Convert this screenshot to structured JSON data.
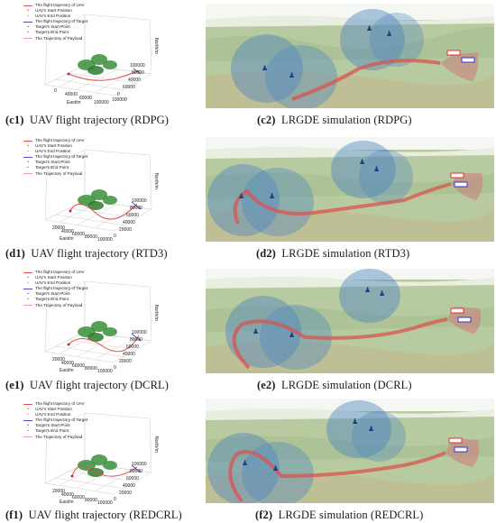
{
  "legend_standard": [
    {
      "label": "The flight trajectory of UAV",
      "kind": "line",
      "color": "#e05050"
    },
    {
      "label": "UAV's Start Position",
      "kind": "dot",
      "color": "#c03030"
    },
    {
      "label": "UAV's End Position",
      "kind": "dot",
      "color": "#e07070"
    },
    {
      "label": "The flight trajectory of Target",
      "kind": "line",
      "color": "#4a4ad0"
    },
    {
      "label": "Target's Start Point",
      "kind": "dot",
      "color": "#303090"
    },
    {
      "label": "Target's End Point",
      "kind": "dot",
      "color": "#5050c0"
    },
    {
      "label": "The Trajectory of Payload",
      "kind": "line",
      "color": "#e8a0a0"
    }
  ],
  "axes": {
    "east_label": "East/m",
    "north_label": "North/m",
    "row1_east_ticks": [
      "0",
      "40000",
      "60000",
      "100000"
    ],
    "row1_north_ticks": [
      "100000",
      "80000",
      "40000",
      "60000",
      "0",
      "100000"
    ],
    "east_ticks": [
      "20000",
      "40000",
      "60000",
      "80000",
      "100000"
    ],
    "north_ticks": [
      "100000",
      "80000",
      "60000",
      "40000",
      "20000",
      "0"
    ]
  },
  "rows": [
    {
      "left_id": "(c1)",
      "left_text": "UAV flight trajectory (RDPG)",
      "right_id": "(c2)",
      "right_text": "LRGDE simulation (RDPG)"
    },
    {
      "left_id": "(d1)",
      "left_text": "UAV flight trajectory (RTD3)",
      "right_id": "(d2)",
      "right_text": "LRGDE simulation (RTD3)"
    },
    {
      "left_id": "(e1)",
      "left_text": "UAV flight trajectory (DCRL)",
      "right_id": "(e2)",
      "right_text": "LRGDE simulation (DCRL)"
    },
    {
      "left_id": "(f1)",
      "left_text": "UAV flight trajectory (REDCRL)",
      "right_id": "(f2)",
      "right_text": "LRGDE simulation (REDCRL)"
    }
  ],
  "colors": {
    "terrain": "#b8cba0",
    "dome": "#4f86c0",
    "trajectory": "#d9534f",
    "zone": "#c98080"
  }
}
